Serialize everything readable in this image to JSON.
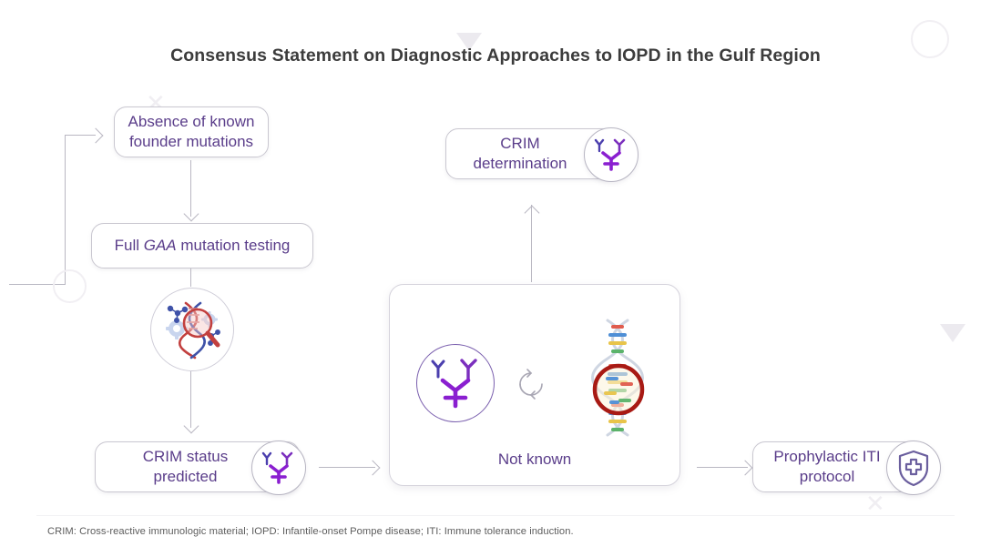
{
  "title": "Consensus Statement on Diagnostic Approaches to IOPD in the Gulf Region",
  "footnote": "CRIM: Cross-reactive immunologic material; IOPD: Infantile-onset Pompe disease; ITI: Immune tolerance induction.",
  "colors": {
    "text_purple": "#5a3d8a",
    "title_gray": "#3c3c3c",
    "connector_gray": "#b9b7c2",
    "box_border": "#c9c7d0",
    "antibody_bright": "#8a1fd0",
    "antibody_mid": "#7b2fbe",
    "antibody_dark": "#3f3fa0",
    "magnifier_red": "#a81a14",
    "background": "#ffffff"
  },
  "nodes": {
    "absence": {
      "line1": "Absence of known",
      "line2": "founder mutations"
    },
    "full_gaa": {
      "prefix": "Full ",
      "gene": "GAA",
      "suffix": " mutation testing"
    },
    "crim_status": {
      "line1": "CRIM status",
      "line2": "predicted"
    },
    "crim_determination": {
      "line1": "CRIM",
      "line2": "determination"
    },
    "not_known": {
      "label": "Not known"
    },
    "prophylactic": {
      "line1": "Prophylactic ITI",
      "line2": "protocol"
    }
  },
  "icons": {
    "dna_search": "dna-magnifier-gears-icon",
    "antibody_small_1": "antibody-icon",
    "antibody_small_2": "antibody-icon",
    "antibody_cluster": "antibody-cluster-icon",
    "refresh": "circular-arrows-icon",
    "dna_magnifier": "dna-helix-magnifier-icon",
    "shield": "medical-shield-icon"
  }
}
